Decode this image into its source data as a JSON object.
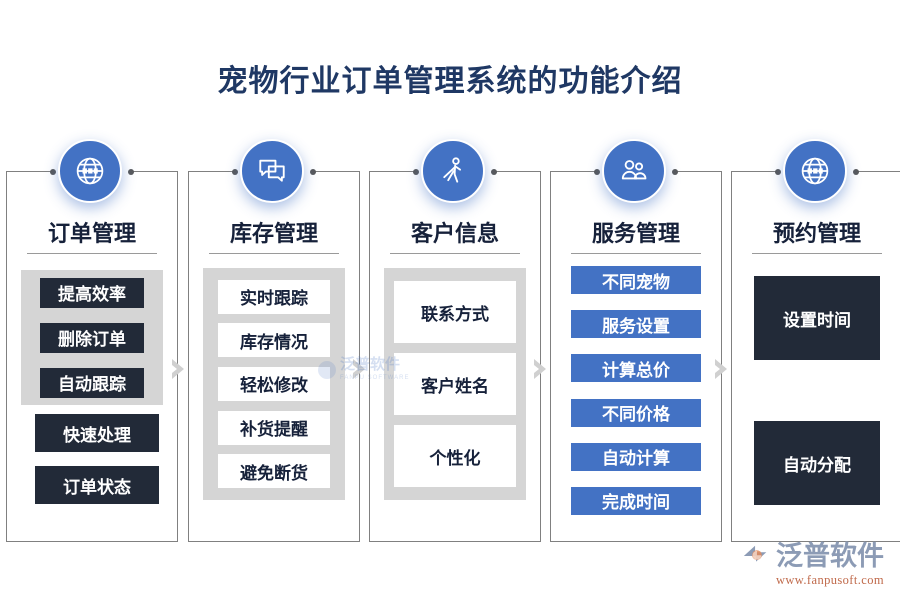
{
  "title": "宠物行业订单管理系统的功能介绍",
  "colors": {
    "title": "#1F3864",
    "accent_blue": "#4372C4",
    "dark_chip": "#222A38",
    "panel_gray": "#D5D5D5",
    "frame_border": "#808080",
    "arrow": "#D0D0D0",
    "brand_text": "#8C9BB5",
    "brand_url": "#C06A4B"
  },
  "columns": [
    {
      "id": "order-management",
      "icon": "globe-icon",
      "heading": "订单管理",
      "panel_items": [
        "提高效率",
        "删除订单",
        "自动跟踪"
      ],
      "loose_items": [
        "快速处理",
        "订单状态"
      ]
    },
    {
      "id": "inventory-management",
      "icon": "chat-bubbles-icon",
      "heading": "库存管理",
      "panel_items": [
        "实时跟踪",
        "库存情况",
        "轻松修改",
        "补货提醒",
        "避免断货"
      ],
      "loose_items": []
    },
    {
      "id": "customer-information",
      "icon": "person-walking-icon",
      "heading": "客户信息",
      "panel_items": [
        "联系方式",
        "客户姓名",
        "个性化"
      ],
      "loose_items": []
    },
    {
      "id": "service-management",
      "icon": "users-icon",
      "heading": "服务管理",
      "panel_items": [],
      "loose_items": [
        "不同宠物",
        "服务设置",
        "计算总价",
        "不同价格",
        "自动计算",
        "完成时间"
      ]
    },
    {
      "id": "appointment-management",
      "icon": "globe-icon",
      "heading": "预约管理",
      "panel_items": [],
      "loose_items": [
        "设置时间",
        "自动分配"
      ]
    }
  ],
  "watermark": {
    "name": "泛普软件",
    "sub": "FANPU SOFTWARE"
  },
  "brand": {
    "name": "泛普软件",
    "url": "www.fanpusoft.com"
  }
}
